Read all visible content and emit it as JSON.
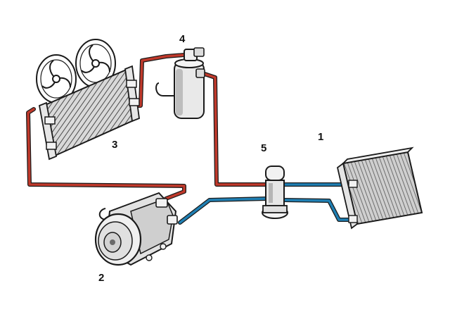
{
  "labels": {
    "evaporator": "1",
    "compressor": "2",
    "condenser": "3",
    "receiver_drier": "4",
    "expansion_valve": "5"
  },
  "colors": {
    "high_pressure_line": "#c0392b",
    "low_pressure_line": "#1f7fb3",
    "outline": "#1a1a1a",
    "component_fill": "#e9e9e9",
    "component_shade": "#9a9a9a"
  },
  "icons": {
    "fan": "fan-icon",
    "condenser": "condenser-icon",
    "compressor": "compressor-icon",
    "receiver_drier": "receiver-drier-icon",
    "expansion_valve": "expansion-valve-icon",
    "evaporator": "evaporator-icon"
  }
}
